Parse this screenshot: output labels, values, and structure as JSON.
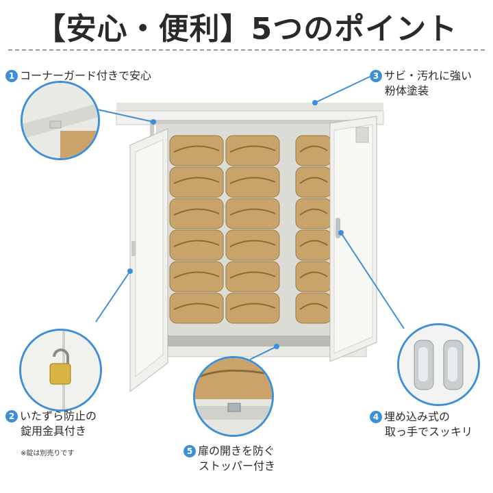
{
  "title": "【安心・便利】5つのポイント",
  "points": [
    {
      "num": "1",
      "text": "コーナーガード付きで安心"
    },
    {
      "num": "2",
      "text_line1": "いたずら防止の",
      "text_line2": "錠用金具付き"
    },
    {
      "num": "3",
      "text_line1": "サビ・汚れに強い",
      "text_line2": "粉体塗装"
    },
    {
      "num": "4",
      "text_line1": "埋め込み式の",
      "text_line2": "取っ手でスッキリ"
    },
    {
      "num": "5",
      "text_line1": "扉の開きを防ぐ",
      "text_line2": "ストッパー付き"
    }
  ],
  "note": "※錠は別売りです",
  "colors": {
    "accent": "#3f8fd6",
    "cabinet": "#eceee8",
    "bag": "#c9a46a"
  }
}
